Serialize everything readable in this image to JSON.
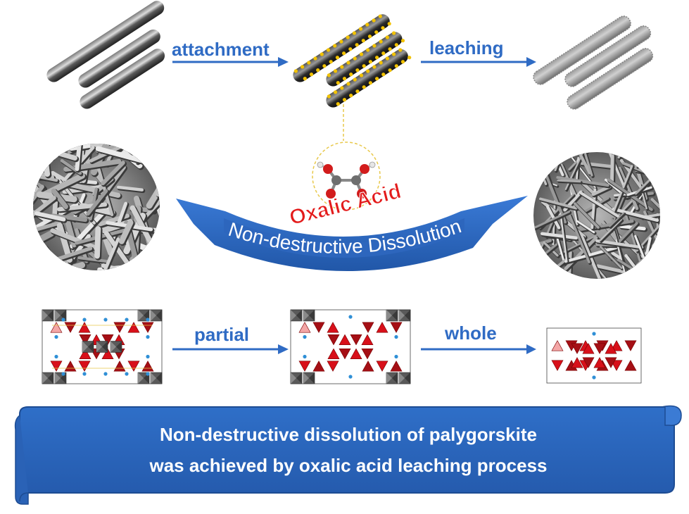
{
  "arrows": {
    "attachment": "attachment",
    "leaching": "leaching",
    "partial": "partial",
    "whole": "whole"
  },
  "molecule_label": "Oxalic Acid",
  "ribbon_label": "Non-destructive Dissolution",
  "banner": {
    "line1": "Non-destructive dissolution of palygorskite",
    "line2": "was achieved by oxalic acid leaching process"
  },
  "colors": {
    "arrow_blue": "#2f6bc4",
    "banner_blue": "#2b68c0",
    "oxalic_red": "#e31b1b",
    "tetra_red": "#d8101a",
    "particle_gold": "#f2c200"
  }
}
